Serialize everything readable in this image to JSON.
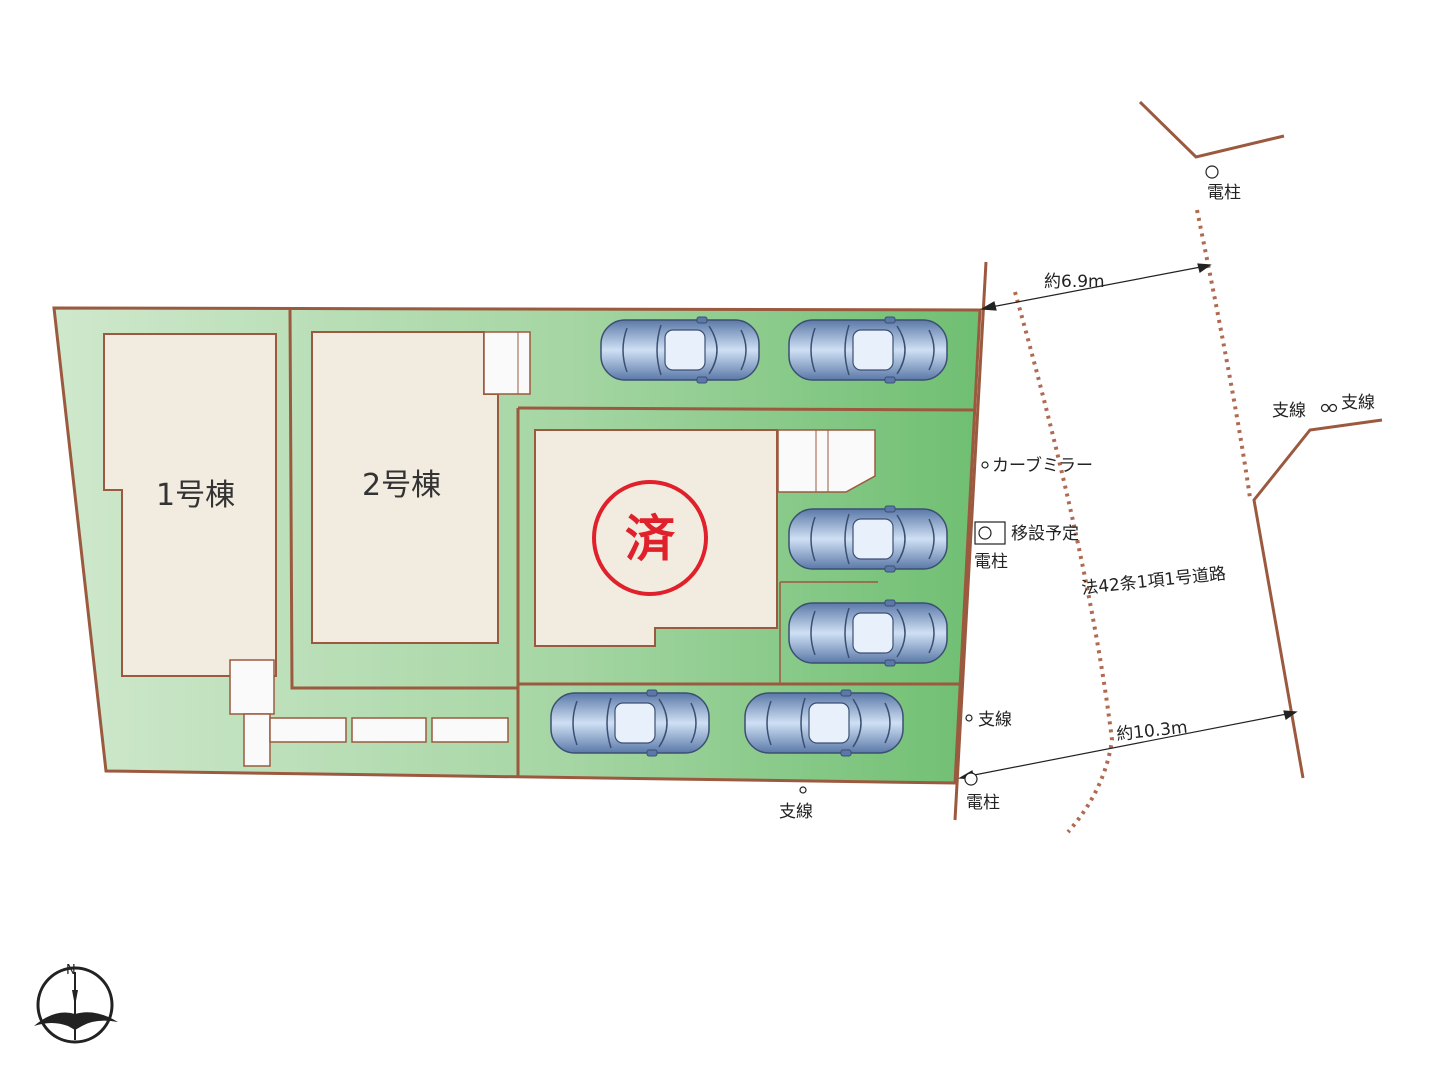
{
  "buildings": {
    "b1": "1号棟",
    "b2": "2号棟"
  },
  "sold_mark": "済",
  "labels": {
    "pole_top": "電柱",
    "dist_top": "約6.9m",
    "stay_pair_left": "支線",
    "stay_pair_right": "支線",
    "curve_mirror": "カーブミラー",
    "relocate": "移設予定",
    "pole_mid": "電柱",
    "road": "法42条1項1号道路",
    "stay_right": "支線",
    "dist_bottom": "約10.3m",
    "pole_bottom": "電柱",
    "stay_bottom": "支線"
  },
  "compass": {
    "north": "N"
  },
  "colors": {
    "lot_green": "#9fd09f",
    "building_beige": "#f1ebe0",
    "boundary_brown": "#9b5a3f",
    "sold_red": "#e0202a"
  }
}
